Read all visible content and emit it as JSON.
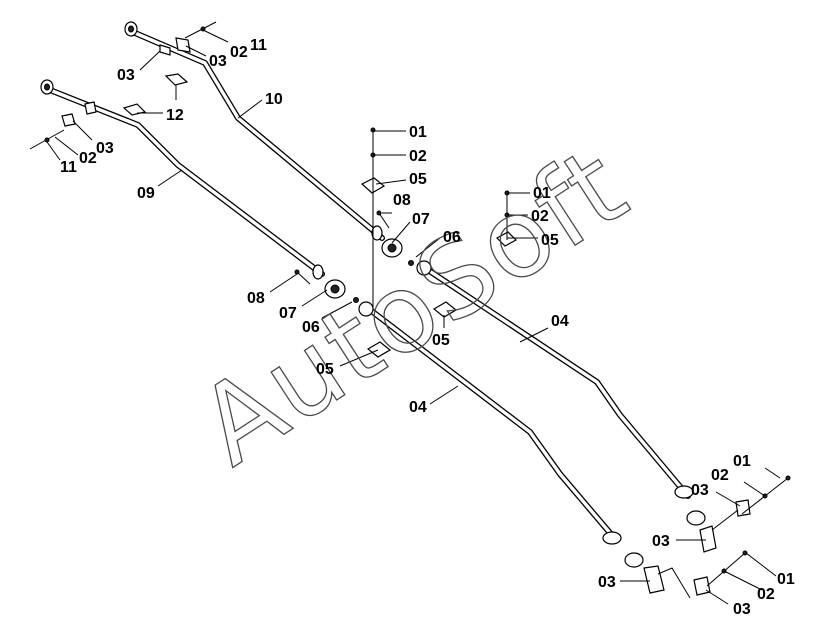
{
  "watermark": "AutoSoft",
  "callouts": {
    "c01a": "01",
    "c02a": "02",
    "c05a": "05",
    "c08a": "08",
    "c07a": "07",
    "c06a": "06",
    "c01b": "01",
    "c02b": "02",
    "c05b": "05",
    "c05c": "05",
    "c04a": "04",
    "c11a": "11",
    "c02c": "02",
    "c03a": "03",
    "c03b": "03",
    "c10": "10",
    "c12": "12",
    "c03c": "03",
    "c02d": "02",
    "c11b": "11",
    "c09": "09",
    "c08b": "08",
    "c07b": "07",
    "c06b": "06",
    "c05d": "05",
    "c04b": "04",
    "c01c": "01",
    "c02e": "02",
    "c03d": "03",
    "c03e": "03",
    "c03f": "03",
    "c03g": "03",
    "c02f": "02",
    "c01d": "01"
  }
}
